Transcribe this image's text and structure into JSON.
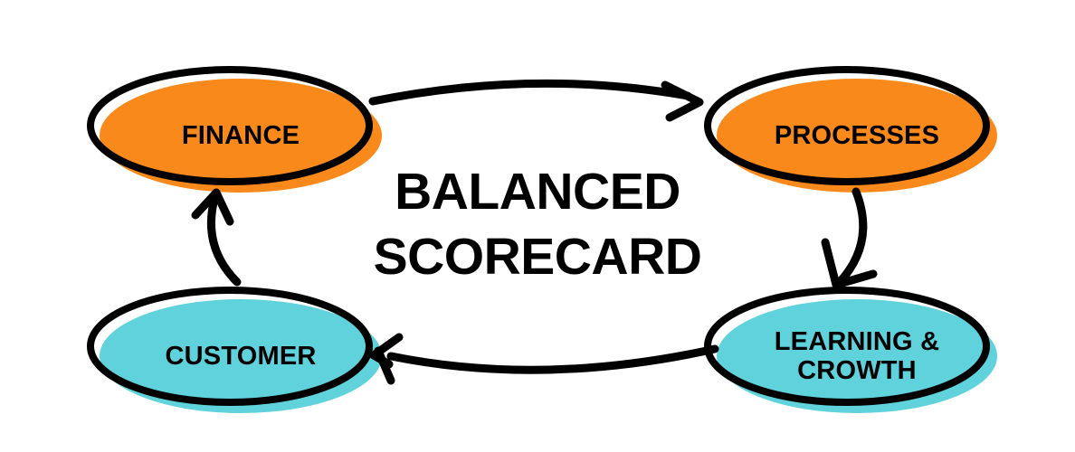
{
  "diagram": {
    "title_line1": "BALANCED",
    "title_line2": "SCORECARD",
    "colors": {
      "orange": "#F9891A",
      "cyan": "#5FD2DB",
      "outline": "#000000",
      "background": "#FFFFFF",
      "text": "#000000"
    },
    "nodes": [
      {
        "id": "finance",
        "label": "FINANCE",
        "fill": "#F9891A",
        "position": "top-left"
      },
      {
        "id": "processes",
        "label": "PROCESSES",
        "fill": "#F9891A",
        "position": "top-right"
      },
      {
        "id": "learning-growth",
        "label_line1": "LEARNING &",
        "label_line2": "CROWTH",
        "fill": "#5FD2DB",
        "position": "bottom-right"
      },
      {
        "id": "customer",
        "label": "CUSTOMER",
        "fill": "#5FD2DB",
        "position": "bottom-left"
      }
    ],
    "connectors": [
      {
        "id": "finance-to-processes",
        "from": "finance",
        "to": "processes",
        "direction": "right"
      },
      {
        "id": "processes-to-learning-growth",
        "from": "processes",
        "to": "learning-growth",
        "direction": "down"
      },
      {
        "id": "learning-growth-to-customer",
        "from": "learning-growth",
        "to": "customer",
        "direction": "left"
      },
      {
        "id": "customer-to-finance",
        "from": "customer",
        "to": "finance",
        "direction": "up"
      }
    ]
  }
}
